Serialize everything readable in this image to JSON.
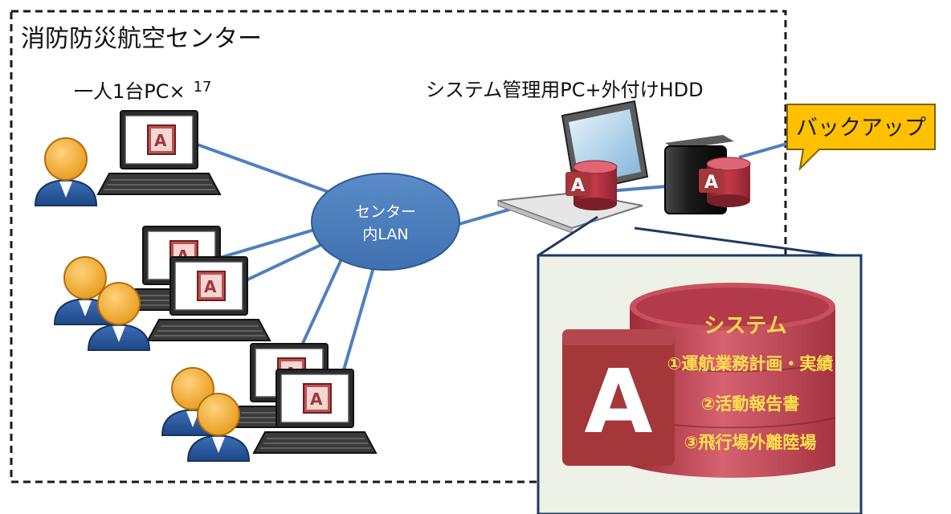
{
  "title": "消防防災航空センター",
  "pc_group": {
    "label": "一人1台PC×",
    "count": "17"
  },
  "admin": {
    "label": "システム管理用PC+外付けHDD"
  },
  "lan": {
    "line1": "センター",
    "line2": "内LAN"
  },
  "backup": {
    "label": "バックアップ"
  },
  "system": {
    "title": "システム",
    "items": [
      "①運航業務計画・実績",
      "②活動報告書",
      "③飛行場外離陸場"
    ]
  },
  "app_icon": {
    "letter": "A"
  },
  "colors": {
    "link": "#4f7fbf",
    "lan_cloud": "#4a7ebb",
    "callout_fill": "#ffc000",
    "system_title": "#ffd84d",
    "system_items": "#ffe14d",
    "access_red": "#a4373a",
    "zoom_bg": "#eef2e6"
  },
  "icons": [
    "laptop-icon",
    "person-icon",
    "database-icon",
    "external-hdd-icon",
    "access-app-icon"
  ]
}
